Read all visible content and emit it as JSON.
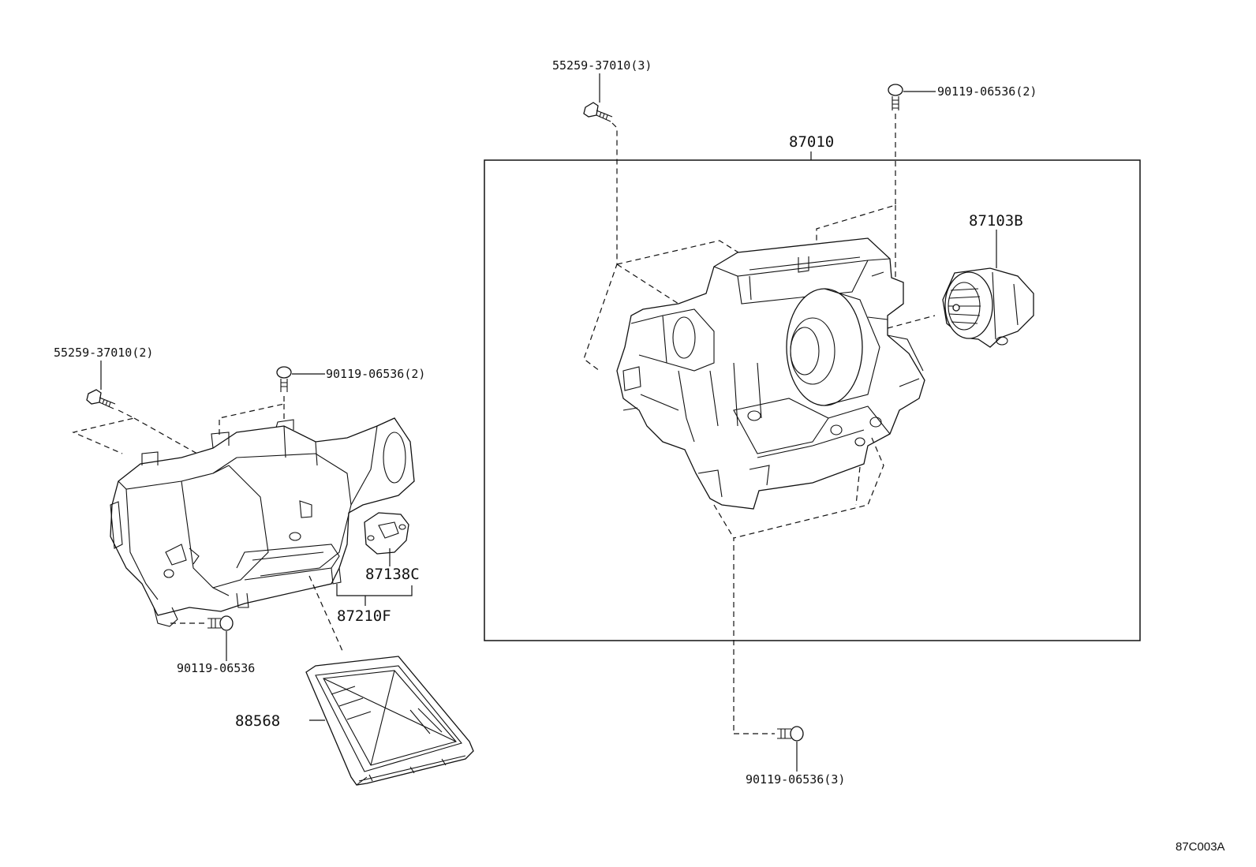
{
  "labels": {
    "bolt_top_left": "55259-37010(3)",
    "screw_top_right": "90119-06536(2)",
    "assembly": "87010",
    "blower_motor": "87103B",
    "bolt_left": "55259-37010(2)",
    "screw_left": "90119-06536(2)",
    "resistor": "87138C",
    "case": "87210F",
    "screw_bottom_left": "90119-06536",
    "filter": "88568",
    "screw_bottom": "90119-06536(3)",
    "figure_code": "87C003A"
  }
}
